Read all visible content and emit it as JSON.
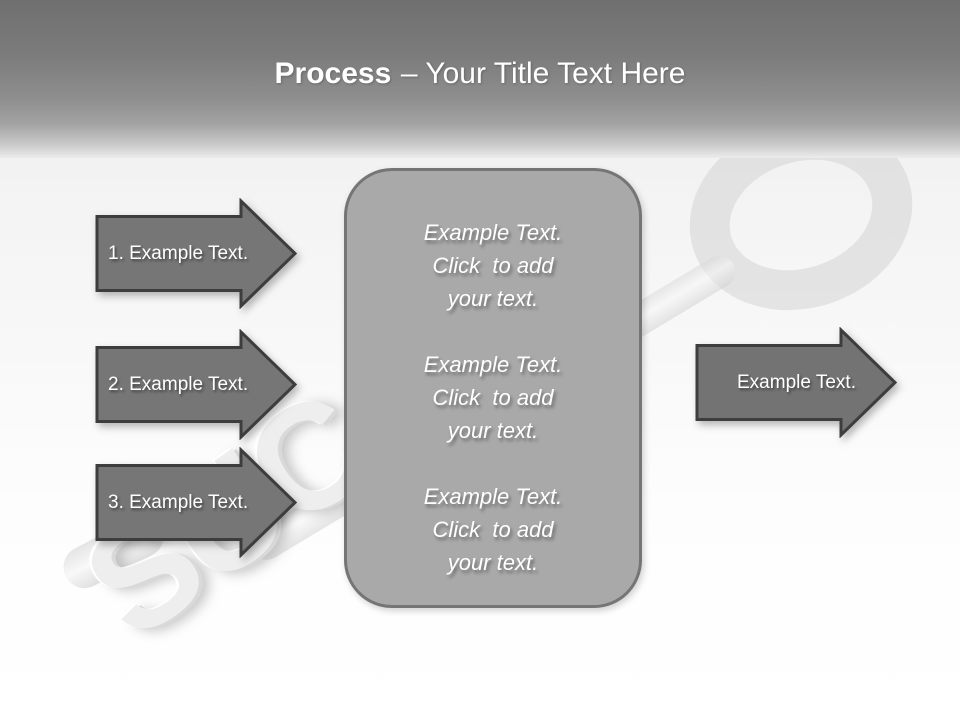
{
  "title": {
    "bold": "Process",
    "rest": "– Your Title Text Here"
  },
  "steps": [
    {
      "label": "1. Example Text."
    },
    {
      "label": "2. Example Text."
    },
    {
      "label": "3. Example Text."
    }
  ],
  "center_panel": {
    "blocks": [
      {
        "line1": "Example Text.",
        "line2": "Click  to add",
        "line3": "your text."
      },
      {
        "line1": "Example Text.",
        "line2": "Click  to add",
        "line3": "your text."
      },
      {
        "line1": "Example Text.",
        "line2": "Click  to add",
        "line3": "your text."
      }
    ]
  },
  "output_arrow": {
    "label": "Example Text."
  },
  "background": {
    "watermark_letters": "SUC"
  },
  "colors": {
    "header_top": "#6f6f6f",
    "arrow_fill": "#767676",
    "arrow_border": "#3d3d3d",
    "panel_fill": "#a9a9a9",
    "panel_border": "#757575",
    "text": "#ffffff",
    "watermark": "#eeeeee"
  }
}
